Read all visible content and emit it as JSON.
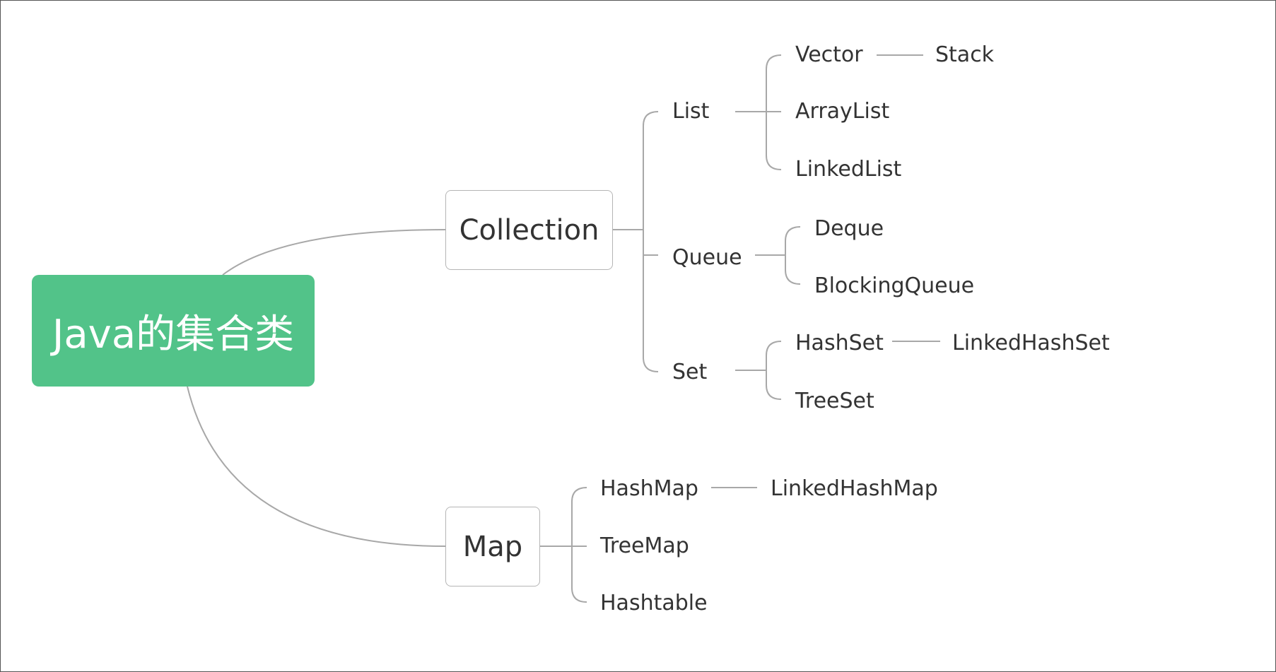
{
  "root": {
    "label": "Java的集合类"
  },
  "collection": {
    "label": "Collection",
    "list": {
      "label": "List",
      "vector": "Vector",
      "stack": "Stack",
      "arraylist": "ArrayList",
      "linkedlist": "LinkedList"
    },
    "queue": {
      "label": "Queue",
      "deque": "Deque",
      "blockingqueue": "BlockingQueue"
    },
    "set": {
      "label": "Set",
      "hashset": "HashSet",
      "linkedhashset": "LinkedHashSet",
      "treeset": "TreeSet"
    }
  },
  "map": {
    "label": "Map",
    "hashmap": "HashMap",
    "linkedhashmap": "LinkedHashMap",
    "treemap": "TreeMap",
    "hashtable": "Hashtable"
  },
  "colors": {
    "root_fill": "#52c389",
    "line": "#a8a8a8",
    "text": "#333333"
  }
}
